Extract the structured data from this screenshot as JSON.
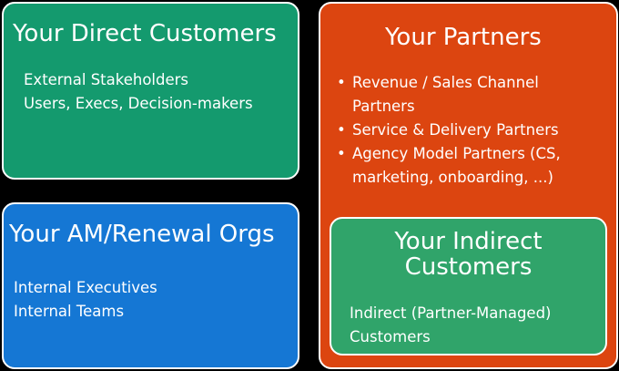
{
  "colors": {
    "background": "#000000",
    "direct_box": "#149a6e",
    "am_box": "#1577d4",
    "partners_box": "#dc4510",
    "indirect_box": "#30a46a",
    "border": "#ffffff",
    "text": "#ffffff"
  },
  "direct": {
    "title": "Your Direct Customers",
    "lines": [
      "External Stakeholders",
      "Users, Execs, Decision-makers"
    ]
  },
  "am": {
    "title": "Your AM/Renewal Orgs",
    "lines": [
      "Internal Executives",
      "Internal Teams"
    ]
  },
  "partners": {
    "title": "Your Partners",
    "bullets": [
      "Revenue / Sales Channel Partners",
      "Service & Delivery Partners",
      "Agency Model Partners (CS, marketing, onboarding, ...)"
    ]
  },
  "indirect": {
    "title_line1": "Your Indirect",
    "title_line2": "Customers",
    "lines": [
      "Indirect (Partner-Managed)",
      "Customers"
    ]
  }
}
